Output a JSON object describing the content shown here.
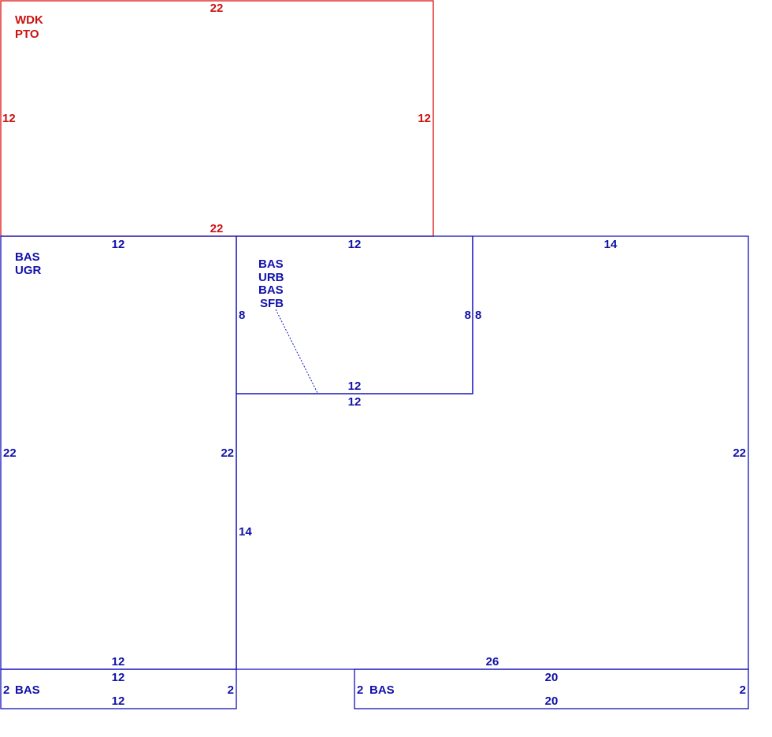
{
  "colors": {
    "deck": "#dd1111",
    "base": "#1111bb"
  },
  "deck": {
    "code1": "WDK",
    "code2": "PTO",
    "dim_top": "22",
    "dim_bottom": "22",
    "dim_left": "12",
    "dim_right": "12"
  },
  "left_area": {
    "code1": "BAS",
    "code2": "UGR",
    "dim_top": "12",
    "dim_left": "22",
    "dim_right": "22",
    "dim_bottom": "12"
  },
  "mid_area": {
    "code1": "BAS",
    "code2": "URB",
    "code3": "BAS",
    "code4": "SFB",
    "dim_top": "12",
    "dim_left": "8",
    "dim_right": "8",
    "dim_bottom": "12"
  },
  "right_area": {
    "dim_top": "14",
    "dim_right_side": "8",
    "dim_right": "22",
    "dim_inner_top": "12",
    "dim_left": "14",
    "dim_bottom": "26"
  },
  "left_strip": {
    "code": "BAS",
    "dim_top": "12",
    "dim_bottom": "12",
    "dim_left": "2",
    "dim_right": "2"
  },
  "right_strip": {
    "code": "BAS",
    "dim_top": "20",
    "dim_bottom": "20",
    "dim_left": "2",
    "dim_right": "2"
  }
}
